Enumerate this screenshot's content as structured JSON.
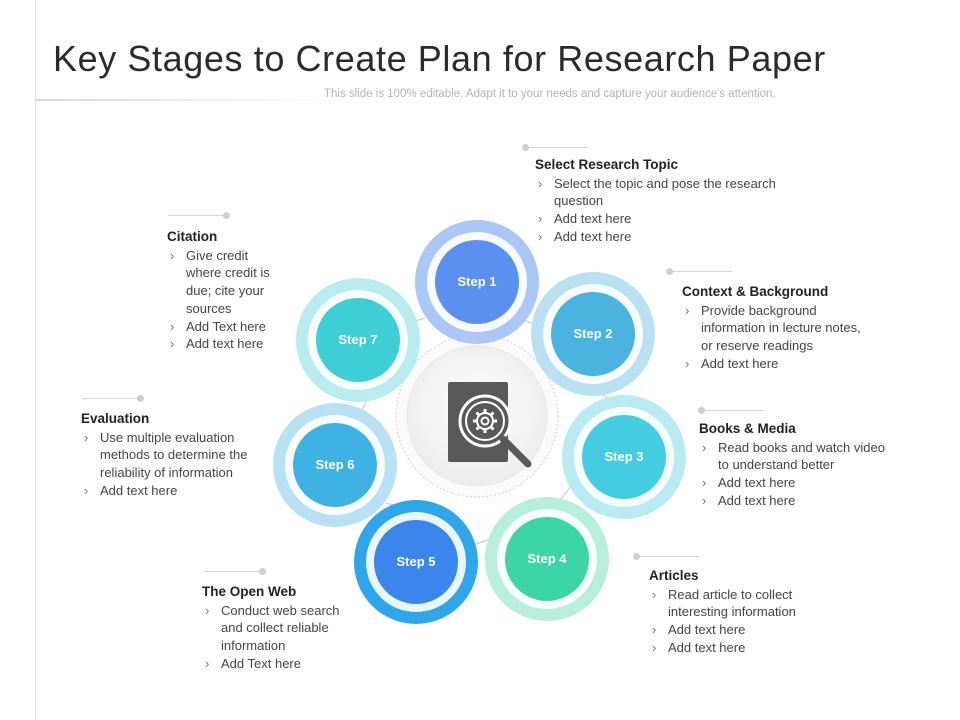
{
  "title": "Key Stages to Create Plan for Research Paper",
  "subtitle": "This slide is 100% editable. Adapt it to your needs and capture your audience's attention.",
  "center_icon": "document-search-gear-icon",
  "steps": [
    {
      "label": "Step 1",
      "heading": "Select Research Topic",
      "bullets": [
        "Select the topic and pose the research question",
        "Add text here",
        "Add text here"
      ]
    },
    {
      "label": "Step 2",
      "heading": "Context & Background",
      "bullets": [
        "Provide background information in lecture notes, or reserve readings",
        "Add text here"
      ]
    },
    {
      "label": "Step 3",
      "heading": "Books & Media",
      "bullets": [
        "Read books and watch video to understand better",
        "Add text here",
        "Add text here"
      ]
    },
    {
      "label": "Step 4",
      "heading": "Articles",
      "bullets": [
        "Read article to collect interesting information",
        "Add text here",
        "Add text here"
      ]
    },
    {
      "label": "Step 5",
      "heading": "The Open Web",
      "bullets": [
        "Conduct web search and collect reliable information",
        "Add Text here"
      ]
    },
    {
      "label": "Step 6",
      "heading": "Evaluation",
      "bullets": [
        "Use multiple evaluation methods to determine the reliability of information",
        "Add text here"
      ]
    },
    {
      "label": "Step 7",
      "heading": "Citation",
      "bullets": [
        "Give credit where credit is due; cite your sources",
        "Add Text here",
        "Add text here"
      ]
    }
  ],
  "colors": {
    "step1": "#5b8ff0",
    "step2": "#4ab3e0",
    "step3": "#44cde0",
    "step4": "#3cd6a6",
    "step5": "#3b86ea",
    "step6": "#3eb3e3",
    "step7": "#3ecfd6"
  }
}
